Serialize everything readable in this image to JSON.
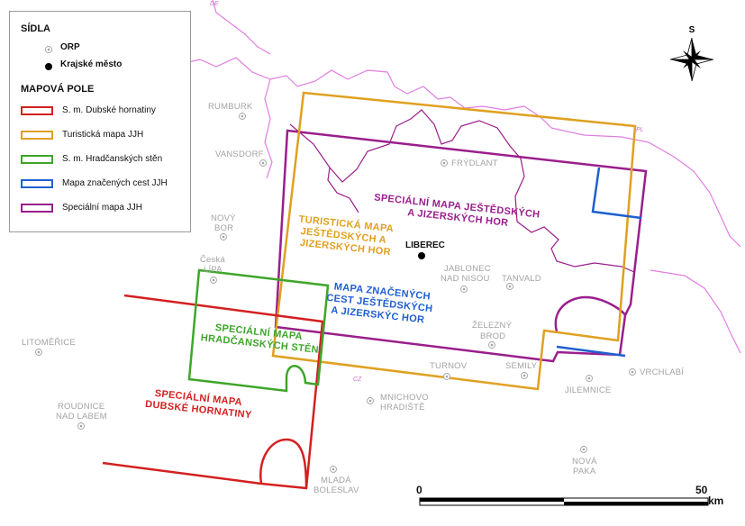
{
  "legend": {
    "sidla_title": "SÍDLA",
    "orp_label": "ORP",
    "krajske_label": "Krajské město",
    "mapova_pole_title": "MAPOVÁ POLE",
    "items": [
      {
        "label": "S. m. Dubské hornatiny",
        "color": "#d42020"
      },
      {
        "label": "Turistická mapa JJH",
        "color": "#e0a020"
      },
      {
        "label": "S. m. Hradčanských stěn",
        "color": "#3ea62a"
      },
      {
        "label": "Mapa značených cest JJH",
        "color": "#1e5fd0"
      },
      {
        "label": "Speciální mapa JJH",
        "color": "#9a1e8c"
      }
    ]
  },
  "compass": {
    "label": "S"
  },
  "scale": {
    "start": "0",
    "end": "50",
    "unit": "km"
  },
  "borders": {
    "de": "DE",
    "pl": "PL",
    "cz": "CZ"
  },
  "towns": {
    "rumburk": "RUMBURK",
    "vansdorf": "VANSDORF",
    "frydlant": "FRÝDLANT",
    "novy_bor_1": "NOVÝ",
    "novy_bor_2": "BOR",
    "ceska_lipa_1": "Česká",
    "ceska_lipa_2": "LÍPA",
    "liberec": "LIBEREC",
    "jablonec_1": "JABLONEC",
    "jablonec_2": "NAD NISOU",
    "tanvald": "TANVALD",
    "zelezny_brod_1": "ŽELEZNÝ",
    "zelezny_brod_2": "BROD",
    "litomerice": "LITOMĚŘICE",
    "turnov": "TURNOV",
    "semily": "SEMILY",
    "vrchlabi": "VRCHLABÍ",
    "jilemnice": "JILEMNICE",
    "roudnice_1": "ROUDNICE",
    "roudnice_2": "NAD LABEM",
    "mnichovo_1": "MNICHOVO",
    "mnichovo_2": "HRADIŠTĚ",
    "nova_paka_1": "NOVÁ",
    "nova_paka_2": "PAKA",
    "mlada_1": "MLADÁ",
    "mlada_2": "BOLESLAV"
  },
  "areas": {
    "special_jjh": [
      "SPECIÁLNÍ MAPA JEŠTĚDSKÝCH",
      "A JIZERSKÝCH HOR"
    ],
    "turist_jjh": [
      "TURISTICKÁ MAPA",
      "JEŠTĚDSKÝCH A",
      "JIZERSKÝCH HOR"
    ],
    "znacene": [
      "MAPA ZNAČENÝCH",
      "CEST JEŠTĚDSKÝCH",
      "A JIZERSKÝC HOR"
    ],
    "hradcany": [
      "SPECIÁLNÍ MAPA",
      "HRADČANSKÝCH STĚN"
    ],
    "dubske": [
      "SPECIÁLNÍ MAPA",
      "DUBSKÉ HORNATINY"
    ]
  }
}
